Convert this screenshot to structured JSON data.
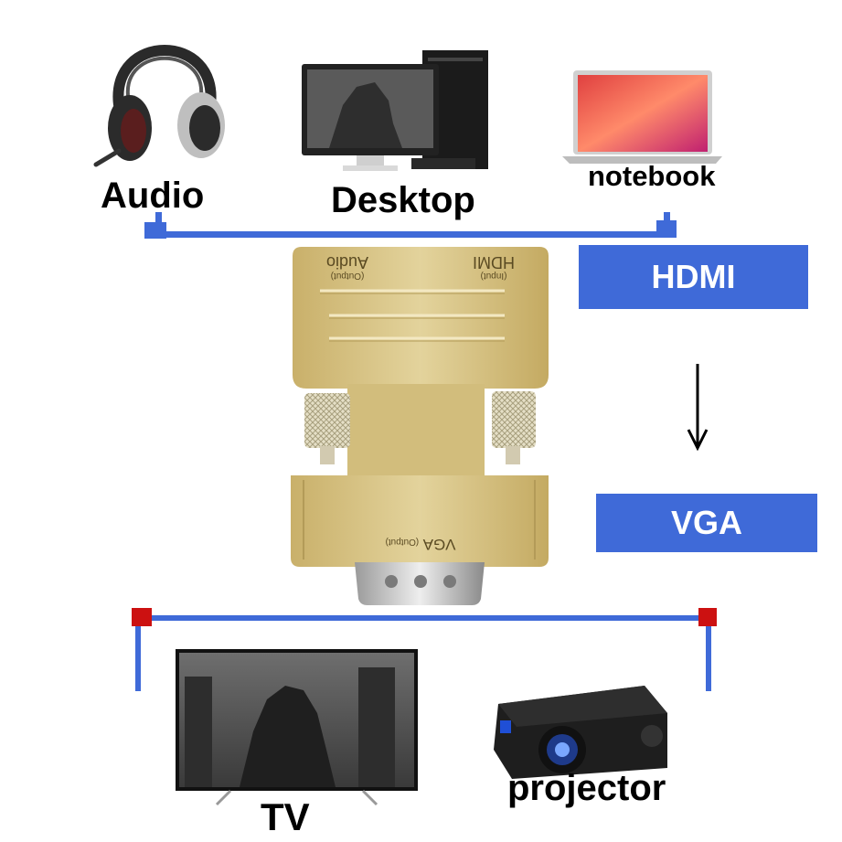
{
  "devices_top": {
    "audio_label": "Audio",
    "desktop_label": "Desktop",
    "notebook_label": "notebook"
  },
  "devices_bottom": {
    "tv_label": "TV",
    "projector_label": "projector"
  },
  "signal": {
    "input_label": "HDMI",
    "output_label": "VGA"
  },
  "adapter": {
    "port_audio": "Audio",
    "port_audio_sub": "(Output)",
    "port_hdmi": "HDMI",
    "port_hdmi_sub": "(Input)",
    "port_vga": "VGA",
    "port_vga_sub": "(Output)"
  },
  "colors": {
    "line_blue": "#3f6ad8",
    "node_red": "#cc1111",
    "adapter_gold": "#d8c68a"
  }
}
